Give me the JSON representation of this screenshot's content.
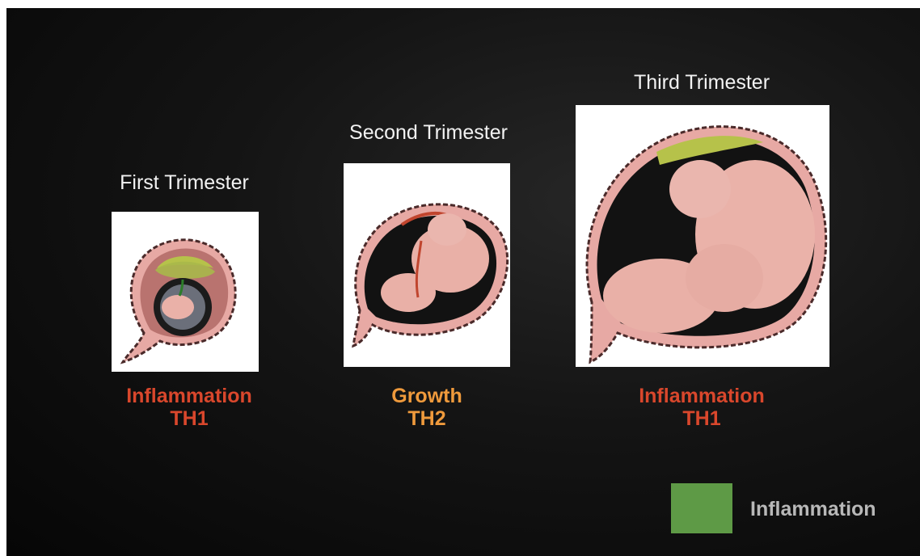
{
  "stages": [
    {
      "title": "First Trimester",
      "line1": "Inflammation",
      "line2": "TH1",
      "color": "#d9472c"
    },
    {
      "title": "Second Trimester",
      "line1": "Growth",
      "line2": "TH2",
      "color": "#ef9a3c"
    },
    {
      "title": "Third Trimester",
      "line1": "Inflammation",
      "line2": "TH1",
      "color": "#d9472c"
    }
  ],
  "legend": {
    "label": "Inflammation",
    "swatch_color": "#5e9a46"
  }
}
